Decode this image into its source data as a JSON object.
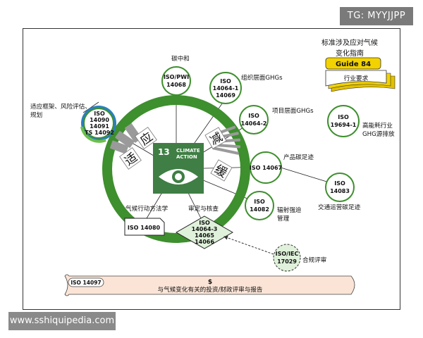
{
  "watermark_top": "TG: MYYJJPP",
  "watermark_bottom": "www.sshiquipedia.com",
  "title_line1": "标准涉及应对气候",
  "title_line2": "变化指南",
  "guide_label": "Guide 84",
  "guide_sub": "行业要求",
  "center": {
    "sdg_number": "13",
    "line1": "CLIMATE",
    "line2": "ACTION"
  },
  "ring_chars": {
    "adapt1": "适",
    "adapt2": "应",
    "mit1": "减",
    "mit2": "缓"
  },
  "nodes": {
    "adapt": {
      "lines": [
        "ISO",
        "14090",
        "14091",
        "TS 14092"
      ],
      "label_lines": [
        "适应框架、风险评估、",
        "规划"
      ]
    },
    "pwi": {
      "lines": [
        "ISO/PWI",
        "14068"
      ],
      "label": "碳中和"
    },
    "n140641": {
      "lines": [
        "ISO",
        "14064-1",
        "14069"
      ],
      "label": "组织层面GHGs"
    },
    "n140642": {
      "lines": [
        "ISO",
        "14064-2"
      ],
      "label": "项目层面GHGs"
    },
    "n14067": {
      "lines": [
        "ISO 14067"
      ],
      "label": "产品碳足迹"
    },
    "n14082": {
      "lines": [
        "ISO",
        "14082"
      ],
      "label_lines": [
        "辐射强迫",
        "管理"
      ]
    },
    "n19694": {
      "lines": [
        "ISO",
        "19694-1"
      ],
      "label_lines": [
        "高能耗行业",
        "GHG源排放"
      ]
    },
    "n14083": {
      "lines": [
        "ISO",
        "14083"
      ],
      "label": "交通运营碳足迹"
    },
    "n14080": {
      "lines": [
        "ISO 14080"
      ],
      "label": "气候行动方法学"
    },
    "verify": {
      "lines": [
        "ISO",
        "14064-3",
        "14065",
        "14066"
      ],
      "label": "审定与核查"
    },
    "n17029": {
      "lines": [
        "ISO/IEC",
        "17029"
      ],
      "label": "合规评审"
    }
  },
  "bottom": {
    "tag": "ISO 14097",
    "symbol": "$",
    "text": "与气候变化有关的投资/财政评审与报告"
  }
}
